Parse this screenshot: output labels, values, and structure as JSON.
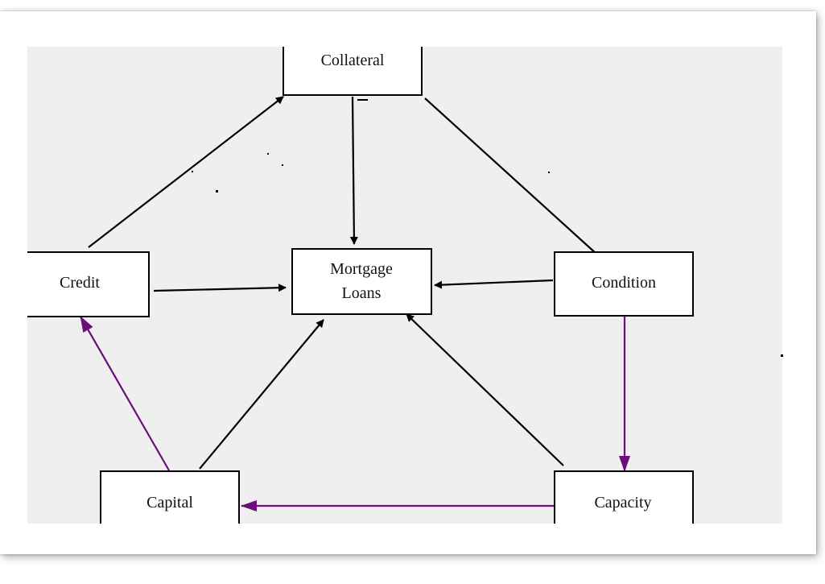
{
  "diagram": {
    "colors": {
      "background": "#efefef",
      "node_fill": "#ffffff",
      "node_border": "#000000",
      "arrow_black": "#000000",
      "arrow_purple": "#6b0f7a"
    },
    "nodes": {
      "collateral": {
        "label": "Collateral"
      },
      "credit": {
        "label": "Credit"
      },
      "mortgage": {
        "label_line1": "Mortgage",
        "label_line2": "Loans"
      },
      "condition": {
        "label": "Condition"
      },
      "capital": {
        "label": "Capital"
      },
      "capacity": {
        "label": "Capacity"
      }
    },
    "edges": [
      {
        "from": "credit",
        "to": "collateral",
        "color": "black"
      },
      {
        "from": "collateral",
        "to": "mortgage",
        "color": "black"
      },
      {
        "from": "collateral",
        "to": "condition",
        "color": "black",
        "arrow": "none"
      },
      {
        "from": "credit",
        "to": "mortgage",
        "color": "black"
      },
      {
        "from": "condition",
        "to": "mortgage",
        "color": "black"
      },
      {
        "from": "capital",
        "to": "mortgage",
        "color": "black"
      },
      {
        "from": "capacity",
        "to": "mortgage",
        "color": "black"
      },
      {
        "from": "condition",
        "to": "capacity",
        "color": "purple"
      },
      {
        "from": "capacity",
        "to": "capital",
        "color": "purple"
      },
      {
        "from": "capital",
        "to": "credit",
        "color": "purple"
      }
    ]
  }
}
